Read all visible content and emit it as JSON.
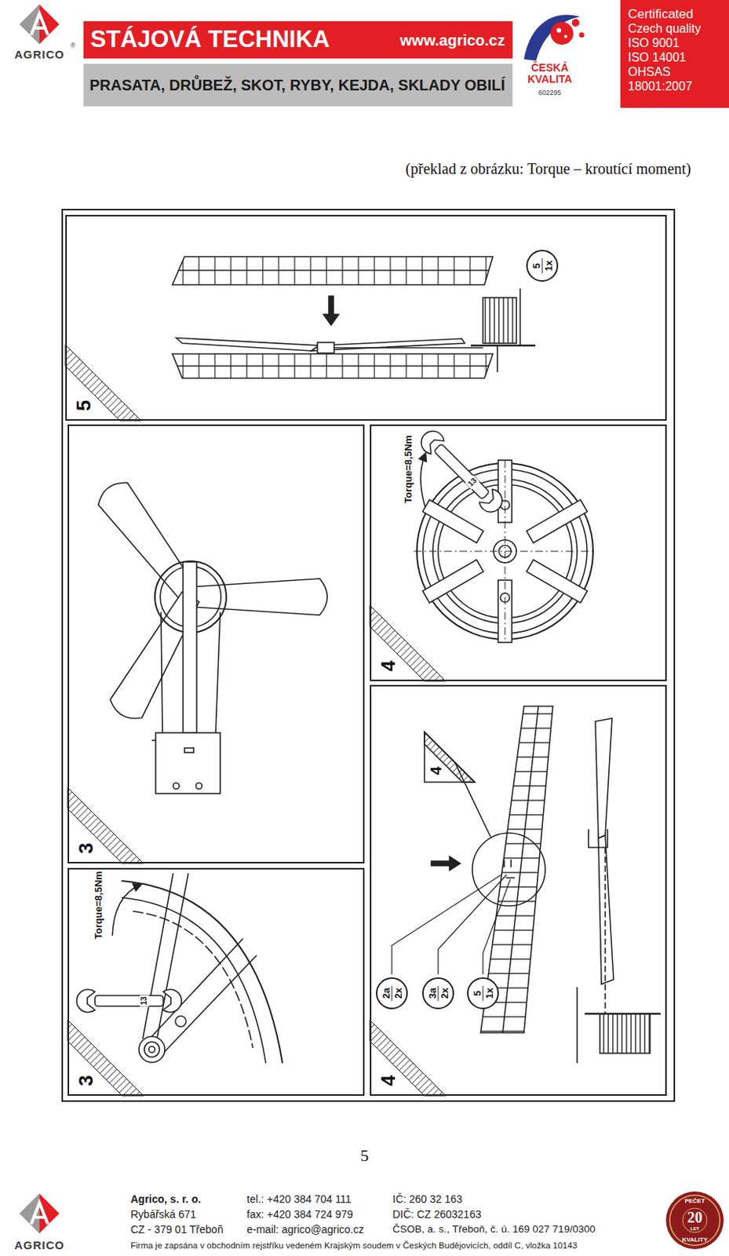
{
  "diagram": {
    "caption": "(překlad z obrázku: Torque – kroutící moment)",
    "nodes": [
      {
        "text": [
          "STÁJOVÁ TECHNIKA",
          "www.agrico.cz"
        ]
      },
      {
        "text": [
          "PRASATA, DRŮBEŽ, SKOT, RYBY, KEJDA, SKLADY OBILÍ"
        ]
      },
      {
        "text": [
          "Certificated",
          "Czech quality",
          "ISO 9001",
          "ISO 14001",
          "OHSAS",
          "18001:2007"
        ]
      },
      {
        "text": [
          "5"
        ]
      },
      {
        "text": [
          "5",
          "1x"
        ],
        "in": 3
      },
      {
        "text": [
          "3"
        ]
      },
      {
        "text": [
          "4"
        ]
      },
      {
        "text": [
          "3"
        ]
      },
      {
        "text": [
          "4"
        ]
      },
      {
        "text": [
          "2a",
          "2x"
        ],
        "in": 8
      },
      {
        "text": [
          "3a",
          "2x"
        ],
        "in": 8
      },
      {
        "text": [
          "5",
          "1x"
        ],
        "in": 8
      }
    ],
    "labels": [
      "AGRICO",
      "®",
      "ČESKÁ KVALITA",
      "602295",
      "Torque=8,5Nm",
      "13",
      "Torque=8,5Nm",
      "13",
      "4",
      "5",
      "AGRICO",
      "Agrico, s. r. o.",
      "Rybářská 671",
      "CZ - 379 01 Třeboň",
      "tel.: +420 384 704 111",
      "fax: +420 384 724 979",
      "e-mail: agrico@agrico.cz",
      "IČ: 260 32 163",
      "DIČ: CZ 26032163",
      "ČSOB, a. s., Třeboň, č. ú. 169 027 719/0300",
      "Firma je zapsána v obchodním rejstříku vedeném Krajským soudem v Českých Budějovicích, oddíl C, vložka 10143",
      "PEČET",
      "KVALITY",
      "20",
      "LET"
    ]
  }
}
